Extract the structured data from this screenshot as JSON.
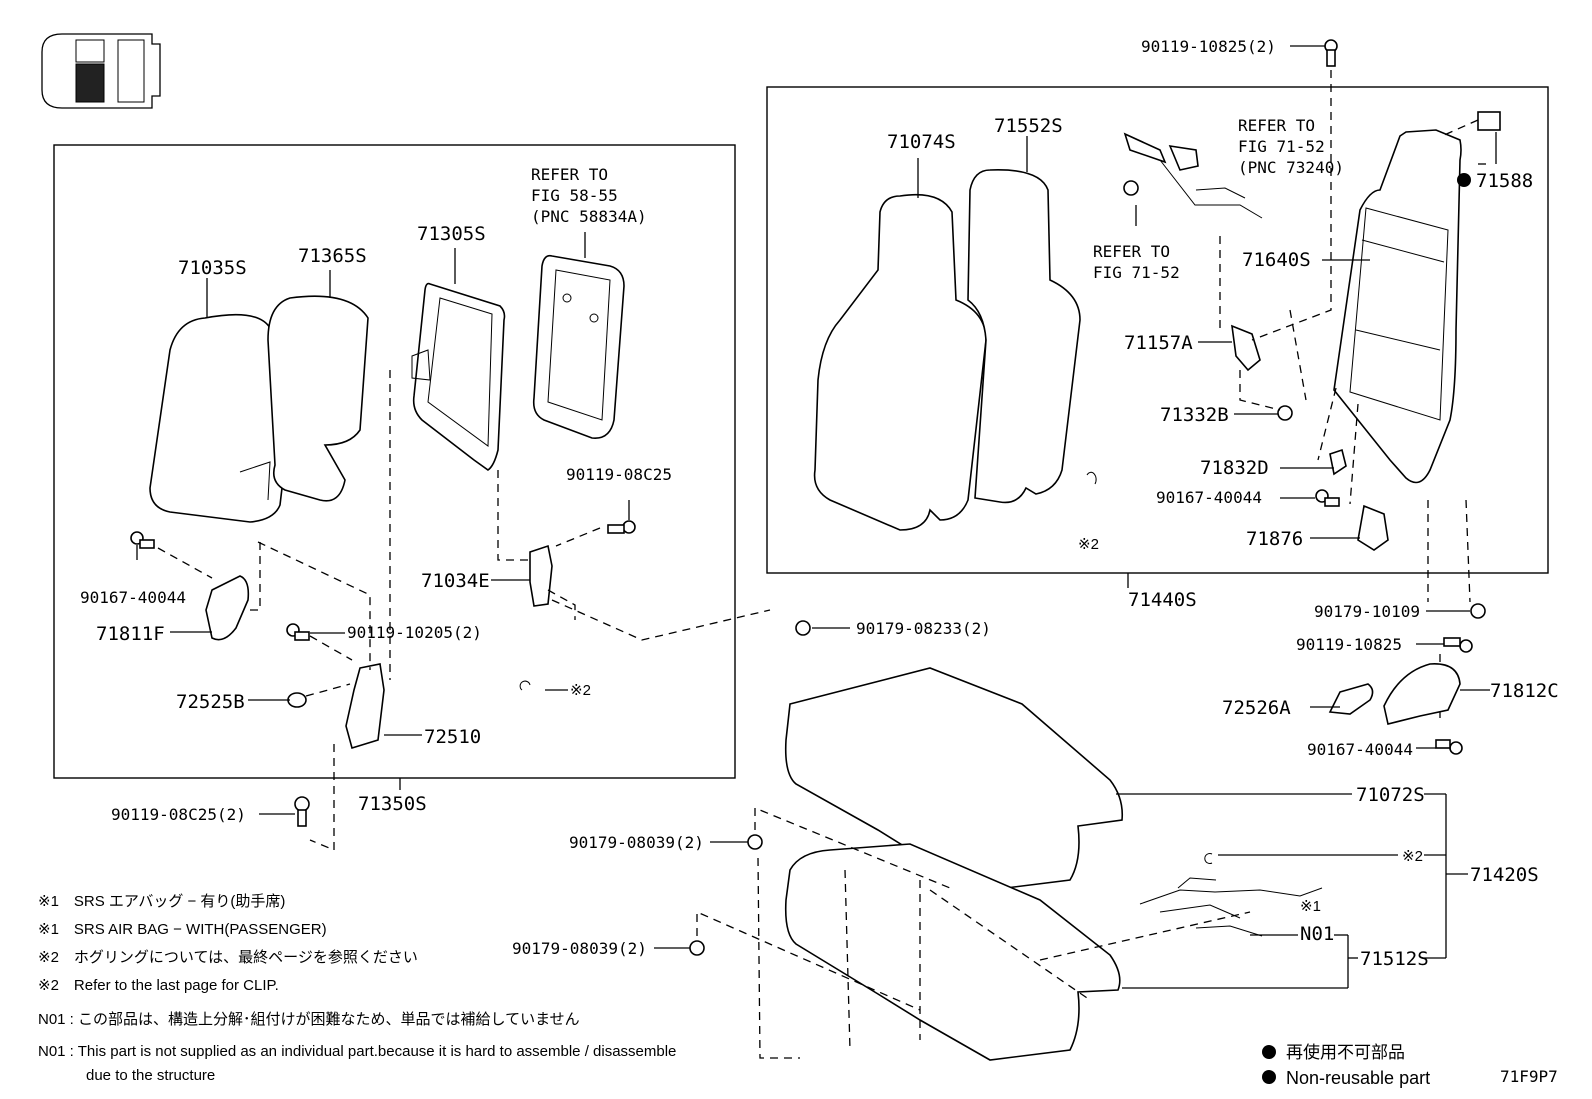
{
  "figure_id": "71F9P7",
  "groups": {
    "left_group": "71350S",
    "right_group": "71440S",
    "cushion_group": "71420S"
  },
  "parts": {
    "p71035S": "71035S",
    "p71365S": "71365S",
    "p71305S": "71305S",
    "p90167_40044_left": "90167-40044",
    "p71811F": "71811F",
    "p90119_10205": "90119-10205(2)",
    "p72525B": "72525B",
    "p72510": "72510",
    "p90119_08C25_upper": "90119-08C25",
    "p71034E": "71034E",
    "p90119_08C25_lower": "90119-08C25(2)",
    "p90179_08233": "90179-08233(2)",
    "p90119_10825_top": "90119-10825(2)",
    "p71074S": "71074S",
    "p71552S": "71552S",
    "p71588": "71588",
    "p71640S": "71640S",
    "p71157A": "71157A",
    "p71332B": "71332B",
    "p71832D": "71832D",
    "p90167_40044_right": "90167-40044",
    "p71876": "71876",
    "p90179_10109": "90179-10109",
    "p90119_10825_mid": "90119-10825",
    "p72526A": "72526A",
    "p71812C": "71812C",
    "p90167_40044_bottom": "90167-40044",
    "p71072S": "71072S",
    "p90179_08039_a": "90179-08039(2)",
    "p90179_08039_b": "90179-08039(2)",
    "p71512S": "71512S",
    "pN01": "N01"
  },
  "refs": {
    "ref_58_55": [
      "REFER TO",
      "FIG 58-55",
      "(PNC 58834A)"
    ],
    "ref_71_52_top": [
      "REFER TO",
      "FIG 71-52",
      "(PNC 73240)"
    ],
    "ref_71_52_mid": [
      "REFER TO",
      "FIG 71-52"
    ]
  },
  "marks": {
    "clip_note": "※2",
    "airbag_note": "※1"
  },
  "notes": [
    "※1　SRS エアバッグ − 有り(助手席)",
    "※1　SRS AIR BAG − WITH(PASSENGER)",
    "※2　ホグリングについては、最終ページを参照ください",
    "※2　Refer to the last page for CLIP.",
    "N01 : この部品は、構造上分解･組付けが困難なため、単品では補給していません",
    "N01 : This part is not supplied as an individual part.because it is hard to assemble / disassemble",
    "due to the structure"
  ],
  "legend": {
    "jp": "再使用不可部品",
    "en": "Non-reusable part"
  }
}
